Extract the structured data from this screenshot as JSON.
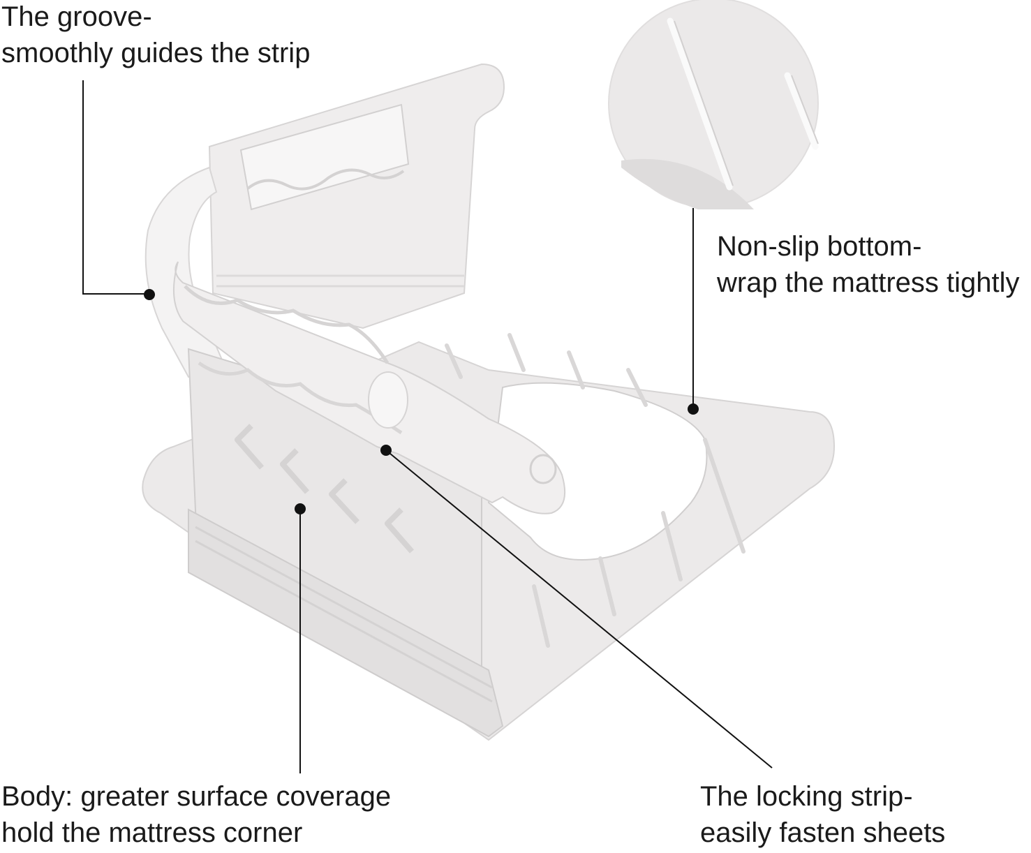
{
  "callouts": {
    "groove": {
      "line1": "The groove-",
      "line2": "smoothly guides the strip"
    },
    "nonslip": {
      "line1": "Non-slip bottom-",
      "line2": "wrap the mattress tightly"
    },
    "body": {
      "line1": "Body: greater surface coverage",
      "line2": "hold the mattress corner"
    },
    "locking": {
      "line1": "The locking strip-",
      "line2": "easily fasten sheets"
    }
  },
  "colors": {
    "background": "#ffffff",
    "plastic": "#eceaea",
    "plastic_shade": "#dcdada",
    "plastic_edge": "#c9c7c7",
    "leader": "#111111"
  }
}
